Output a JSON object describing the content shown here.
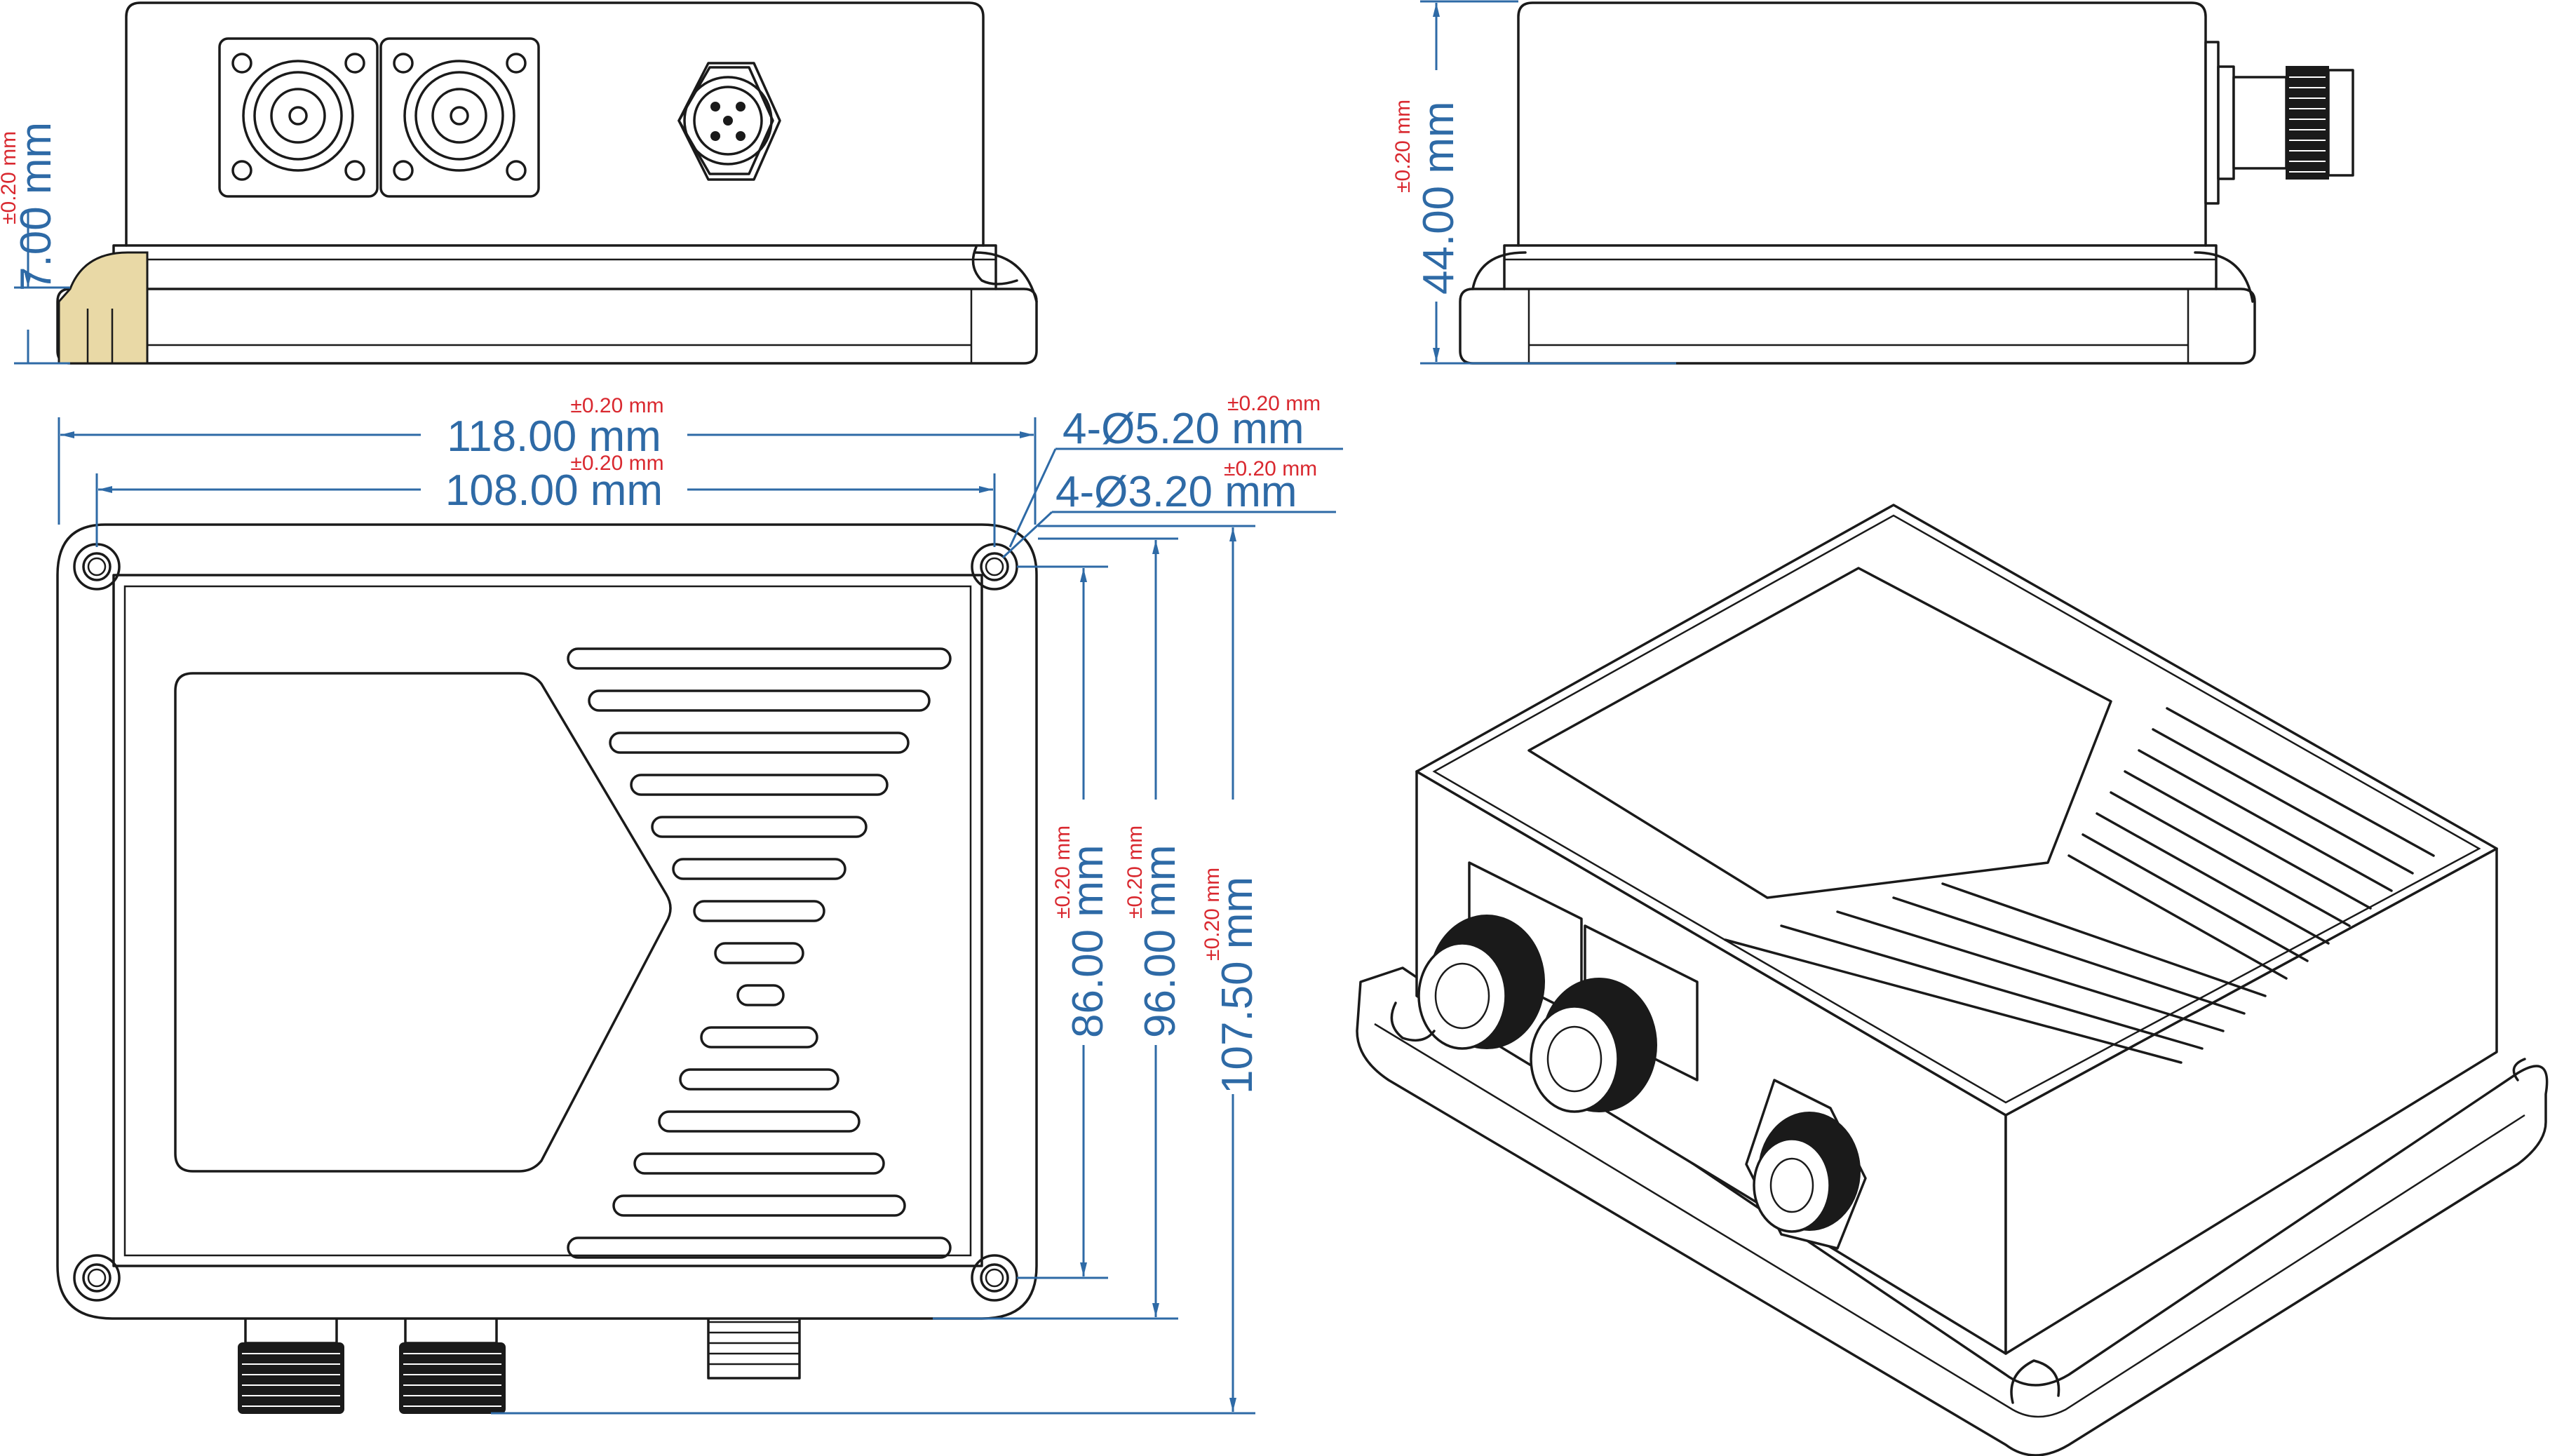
{
  "dimensions": {
    "base_height": {
      "value": "7.00 mm",
      "tolerance": "±0.20 mm"
    },
    "total_height": {
      "value": "44.00 mm",
      "tolerance": "±0.20 mm"
    },
    "overall_width": {
      "value": "118.00 mm",
      "tolerance": "±0.20 mm"
    },
    "hole_pitch_width": {
      "value": "108.00 mm",
      "tolerance": "±0.20 mm"
    },
    "outer_hole": {
      "value": "4-Ø5.20 mm",
      "tolerance": "±0.20 mm"
    },
    "inner_hole": {
      "value": "4-Ø3.20 mm",
      "tolerance": "±0.20 mm"
    },
    "hole_pitch_depth": {
      "value": "86.00 mm",
      "tolerance": "±0.20 mm"
    },
    "body_depth": {
      "value": "96.00 mm",
      "tolerance": "±0.20 mm"
    },
    "overall_depth": {
      "value": "107.50 mm",
      "tolerance": "±0.20 mm"
    }
  },
  "colors": {
    "dimension": "#2e6aa6",
    "tolerance": "#d9282f",
    "outline": "#1a1a1a"
  }
}
